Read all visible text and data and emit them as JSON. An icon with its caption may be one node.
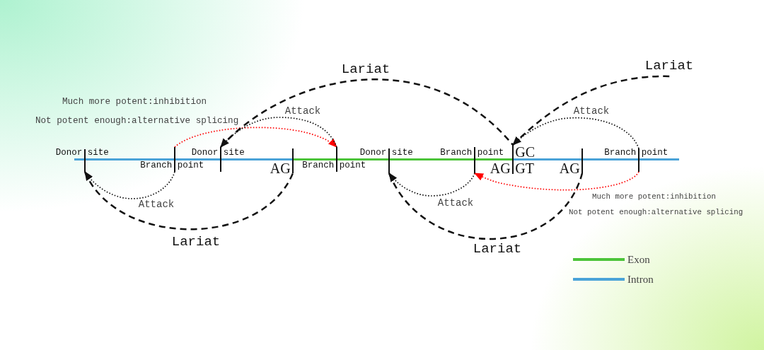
{
  "diagram": {
    "nodes": [
      {
        "text": [
          "Donor site"
        ]
      },
      {
        "text": [
          "Branch point"
        ]
      },
      {
        "text": [
          "Donor site"
        ]
      },
      {
        "text": [
          "AG"
        ]
      },
      {
        "text": [
          "Branch point"
        ]
      },
      {
        "text": [
          "Donor site"
        ]
      },
      {
        "text": [
          "Branch point"
        ]
      },
      {
        "text": [
          "GC",
          "AG",
          "GT"
        ]
      },
      {
        "text": [
          "AG"
        ]
      },
      {
        "text": [
          "Branch point"
        ]
      }
    ],
    "edges": [
      {
        "from": 0,
        "to": 3,
        "arrow": "none",
        "label": "Lariat",
        "style": "dashed"
      },
      {
        "from": 1,
        "to": 0,
        "arrow": "to",
        "label": "Attack"
      },
      {
        "from": 1,
        "to": 4,
        "arrow": "to",
        "color": "#ff0000"
      },
      {
        "from": 2,
        "to": 7,
        "arrow": "none",
        "label": "Lariat",
        "style": "dashed"
      },
      {
        "from": 4,
        "to": 2,
        "arrow": "to",
        "label": "Attack"
      },
      {
        "from": 5,
        "to": 8,
        "arrow": "none",
        "label": "Lariat",
        "style": "dashed"
      },
      {
        "from": 6,
        "to": 5,
        "arrow": "to",
        "label": "Attack"
      },
      {
        "from": 9,
        "to": 6,
        "arrow": "to",
        "color": "#ff0000"
      },
      {
        "from": 7,
        "to": null,
        "arrow": "none",
        "label": "Lariat",
        "style": "dashed"
      },
      {
        "from": 9,
        "to": 7,
        "arrow": "to",
        "label": "Attack"
      }
    ],
    "labels": [
      "Much more potent:inhibition",
      "Not potent enough:alternative splicing",
      "Much more potent:inhibition",
      "Not potent enough:alternative splicing"
    ],
    "legend": [
      {
        "text": "Exon",
        "color": "#4cc43a"
      },
      {
        "text": "Intron",
        "color": "#4aa3d8"
      }
    ]
  }
}
